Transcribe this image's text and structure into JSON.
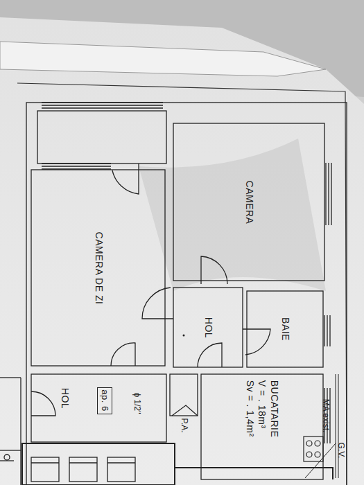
{
  "diagram": {
    "nodes": [
      {
        "text": [
          "CAMERA DE ZI"
        ]
      },
      {
        "text": [
          "CAMERA"
        ]
      },
      {
        "text": [
          "HOL"
        ]
      },
      {
        "text": [
          "BAIE"
        ]
      },
      {
        "text": [
          "BUCATARIE",
          "V = . 18m³",
          "Sv = . 1,4m²"
        ]
      },
      {
        "text": [
          "HOL"
        ]
      },
      {
        "text": [
          "ap. 6"
        ]
      }
    ],
    "labels": [
      "MA exist.",
      "G.V.",
      "P.A.",
      "ϕ 1/2\""
    ]
  }
}
